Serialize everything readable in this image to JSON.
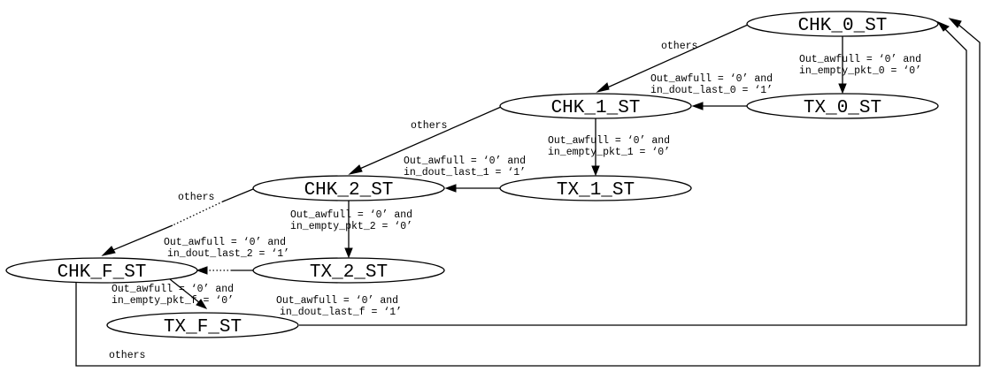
{
  "nodes": {
    "chk0": "CHK_0_ST",
    "chk1": "CHK_1_ST",
    "chk2": "CHK_2_ST",
    "chkf": "CHK_F_ST",
    "tx0": "TX_0_ST",
    "tx1": "TX_1_ST",
    "tx2": "TX_2_ST",
    "txf": "TX_F_ST"
  },
  "edges": {
    "chk0_chk1": [
      "others"
    ],
    "chk1_chk2": [
      "others"
    ],
    "chk2_chkf": [
      "others"
    ],
    "chkf_chk0": [
      "others"
    ],
    "chk0_tx0": [
      "Out_awfull = ‘0’ and",
      "in_empty_pkt_0 = ‘0’"
    ],
    "tx0_chk1": [
      "Out_awfull = ‘0’ and",
      "in_dout_last_0 = ‘1’"
    ],
    "chk1_tx1": [
      "Out_awfull = ‘0’ and",
      "in_empty_pkt_1 = ‘0’"
    ],
    "tx1_chk2": [
      "Out_awfull = ‘0’ and",
      "in_dout_last_1 = ‘1’"
    ],
    "chk2_tx2": [
      "Out_awfull = ‘0’ and",
      "in_empty_pkt_2 = ‘0’"
    ],
    "tx2_chkf": [
      "Out_awfull  = ‘0’ and",
      "in_dout_last_2 = ‘1’"
    ],
    "chkf_txf": [
      "Out_awfull = ‘0’ and",
      "in_empty_pkt_f = ‘0’"
    ],
    "txf_chk0": [
      "Out_awfull  = ‘0’ and",
      "in_dout_last_f = ‘1’"
    ]
  }
}
